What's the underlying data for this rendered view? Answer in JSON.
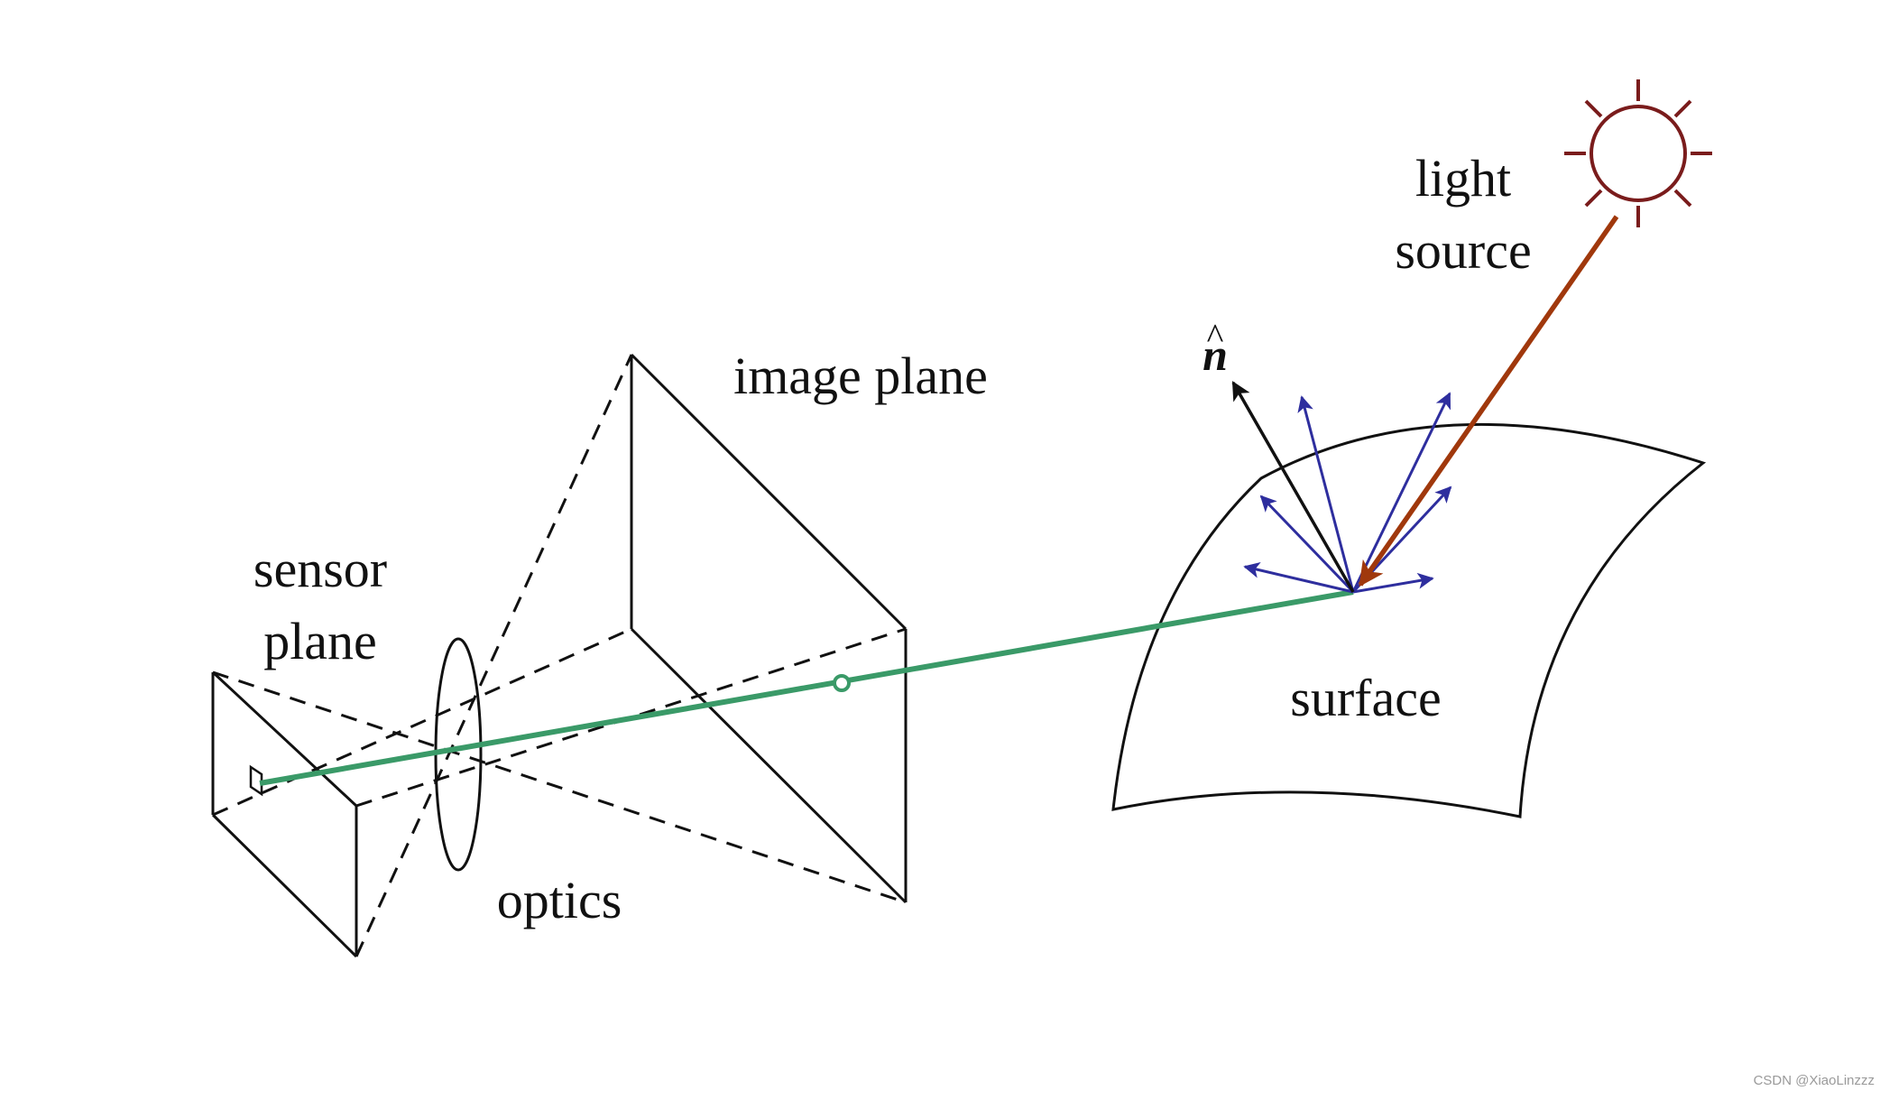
{
  "labels": {
    "sensor_plane_line1": "sensor",
    "sensor_plane_line2": "plane",
    "optics": "optics",
    "image_plane": "image plane",
    "surface": "surface",
    "light_source_line1": "light",
    "light_source_line2": "source",
    "normal_symbol": "n",
    "normal_hat": "^"
  },
  "watermark": "CSDN @XiaoLinzzz",
  "colors": {
    "line": "#111111",
    "view_ray": "#3a9a68",
    "reflected_rays": "#2e2e9e",
    "incident_ray": "#a0380c",
    "sun": "#7a1c1c",
    "normal": "#111111"
  },
  "icons": {
    "light": "sun-icon"
  }
}
